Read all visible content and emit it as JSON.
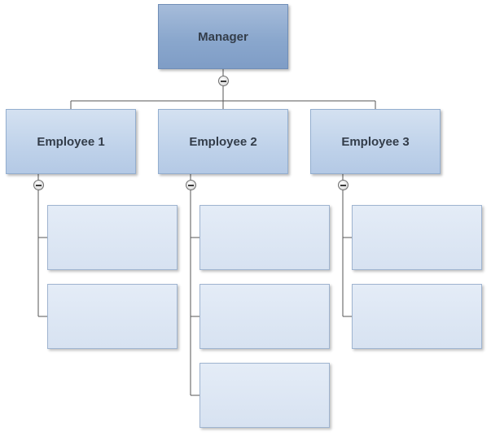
{
  "manager": {
    "label": "Manager"
  },
  "employees": [
    {
      "label": "Employee 1",
      "subordinates": [
        "",
        ""
      ]
    },
    {
      "label": "Employee 2",
      "subordinates": [
        "",
        "",
        ""
      ]
    },
    {
      "label": "Employee 3",
      "subordinates": [
        "",
        ""
      ]
    }
  ],
  "colors": {
    "connector": "#555555",
    "manager_fill": "#8aa7cd",
    "employee_fill": "#bfd2ea",
    "subordinate_fill": "#dbe5f3",
    "text": "#333d4a"
  },
  "icons": {
    "collapse": "collapse-minus-icon"
  }
}
